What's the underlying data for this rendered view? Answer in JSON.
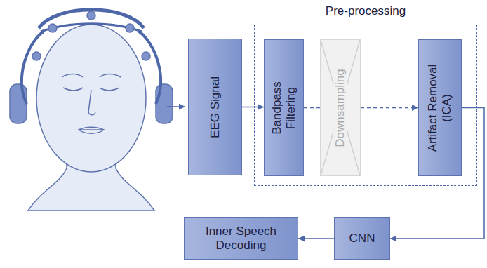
{
  "diagram": {
    "nodes": [
      {
        "text": [
          "EEG Signal"
        ]
      },
      {
        "text": [
          "Pre-processing"
        ]
      },
      {
        "text": [
          "Bandpass Filtering"
        ],
        "in": 1
      },
      {
        "text": [
          "Downsampling"
        ],
        "in": 1
      },
      {
        "text": [
          "Artifact Removal (ICA)"
        ],
        "in": 1
      },
      {
        "text": [
          "CNN"
        ]
      },
      {
        "text": [
          "Inner Speech Decoding"
        ]
      }
    ],
    "edges": [
      {
        "from": 0,
        "to": 2,
        "arrow": "to"
      },
      {
        "from": 2,
        "to": 3,
        "arrow": "none"
      },
      {
        "from": 3,
        "to": 4,
        "arrow": "to"
      },
      {
        "from": 4,
        "to": 5,
        "arrow": "to"
      },
      {
        "from": 5,
        "to": 6,
        "arrow": "to"
      }
    ]
  }
}
